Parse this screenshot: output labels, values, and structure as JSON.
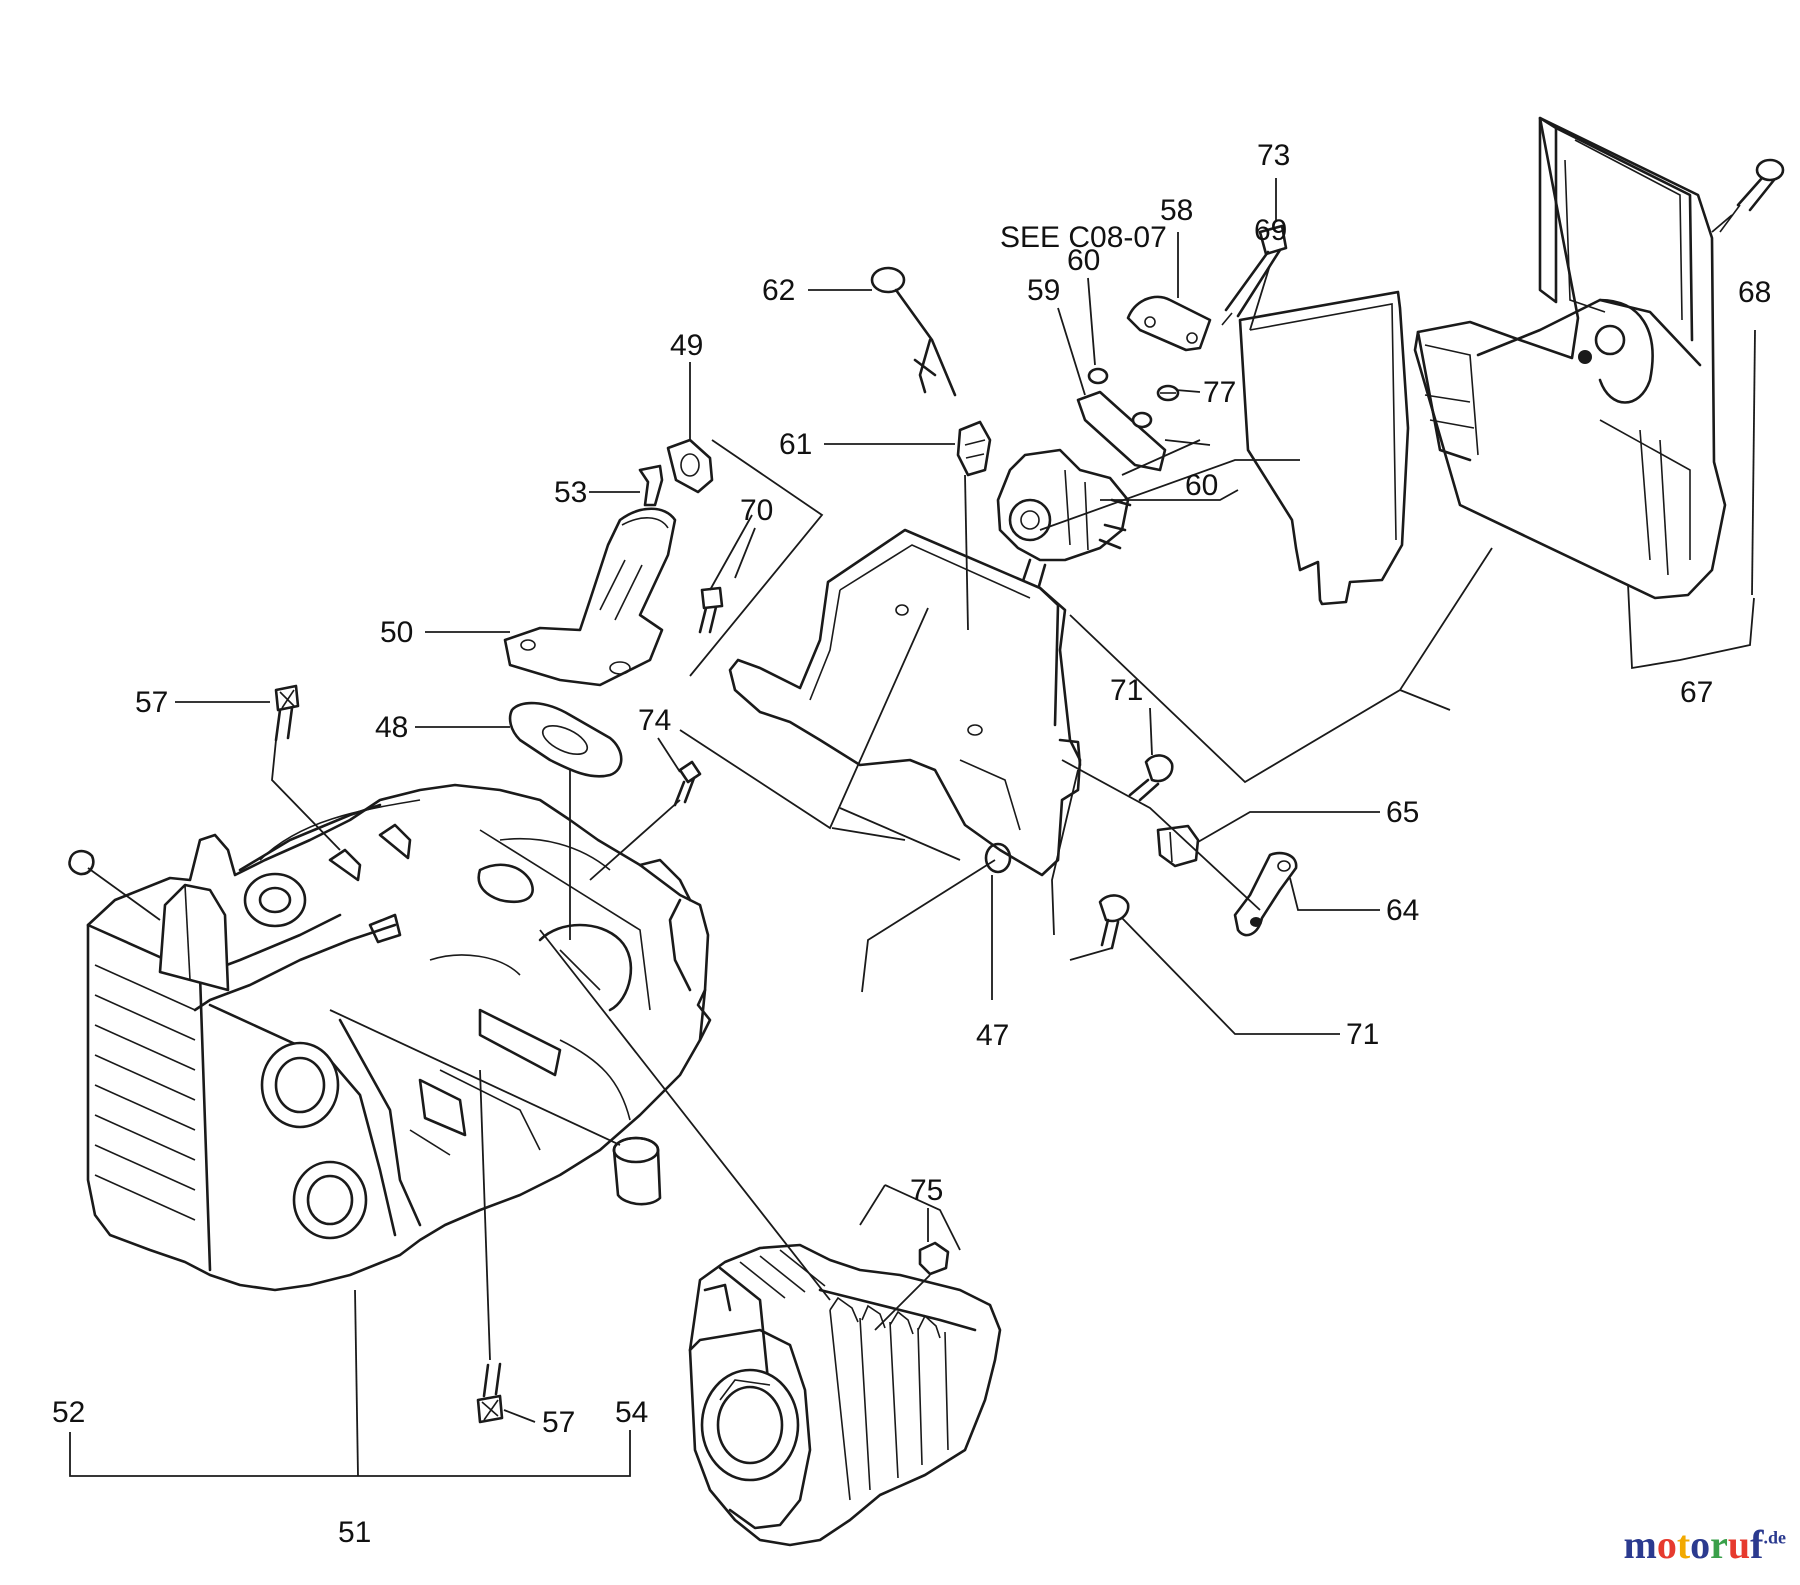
{
  "diagram": {
    "reference_note": "SEE C08-07",
    "callouts": [
      {
        "id": "c73",
        "text": "73"
      },
      {
        "id": "c58",
        "text": "58"
      },
      {
        "id": "c69",
        "text": "69"
      },
      {
        "id": "c68",
        "text": "68"
      },
      {
        "id": "c60a",
        "text": "60"
      },
      {
        "id": "c59",
        "text": "59"
      },
      {
        "id": "c62",
        "text": "62"
      },
      {
        "id": "c49",
        "text": "49"
      },
      {
        "id": "c77",
        "text": "77"
      },
      {
        "id": "c61",
        "text": "61"
      },
      {
        "id": "c60b",
        "text": "60"
      },
      {
        "id": "c53",
        "text": "53"
      },
      {
        "id": "c70",
        "text": "70"
      },
      {
        "id": "c50",
        "text": "50"
      },
      {
        "id": "c57a",
        "text": "57"
      },
      {
        "id": "c48",
        "text": "48"
      },
      {
        "id": "c74",
        "text": "74"
      },
      {
        "id": "c71a",
        "text": "71"
      },
      {
        "id": "c67",
        "text": "67"
      },
      {
        "id": "c65",
        "text": "65"
      },
      {
        "id": "c64",
        "text": "64"
      },
      {
        "id": "c47",
        "text": "47"
      },
      {
        "id": "c71b",
        "text": "71"
      },
      {
        "id": "c75",
        "text": "75"
      },
      {
        "id": "c52",
        "text": "52"
      },
      {
        "id": "c54",
        "text": "54"
      },
      {
        "id": "c57b",
        "text": "57"
      },
      {
        "id": "c51",
        "text": "51"
      }
    ]
  },
  "watermark": {
    "brand": "motoruf",
    "tld": ".de"
  }
}
